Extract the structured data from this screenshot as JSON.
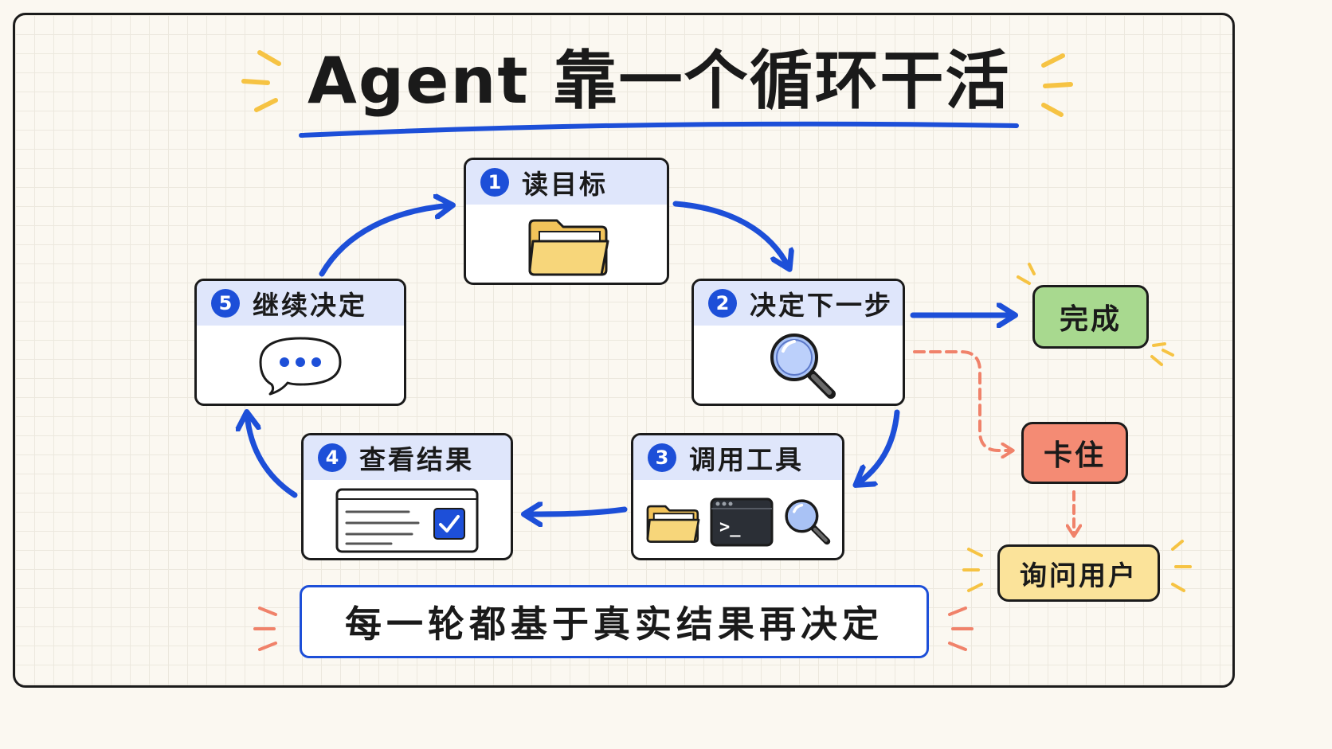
{
  "title": "Agent 靠一个循环干活",
  "steps": [
    {
      "num": "1",
      "label": "读目标",
      "icon": "folder-icon"
    },
    {
      "num": "2",
      "label": "决定下一步",
      "icon": "magnifier-icon"
    },
    {
      "num": "3",
      "label": "调用工具",
      "icon": "folder-terminal-magnifier-icons"
    },
    {
      "num": "4",
      "label": "查看结果",
      "icon": "checked-document-icon"
    },
    {
      "num": "5",
      "label": "继续决定",
      "icon": "speech-bubble-icon"
    }
  ],
  "outcomes": {
    "done": "完成",
    "stuck": "卡住",
    "ask_user": "询问用户"
  },
  "terminal_prompt": ">_",
  "footer": "每一轮都基于真实结果再决定",
  "colors": {
    "accent_blue": "#1d4fd8",
    "card_header": "#dfe6fb",
    "done_green": "#a8d98f",
    "stuck_red": "#f48b74",
    "ask_yellow": "#fbe39a",
    "dashed_orange": "#f0826a",
    "spark_yellow": "#f6c343"
  }
}
